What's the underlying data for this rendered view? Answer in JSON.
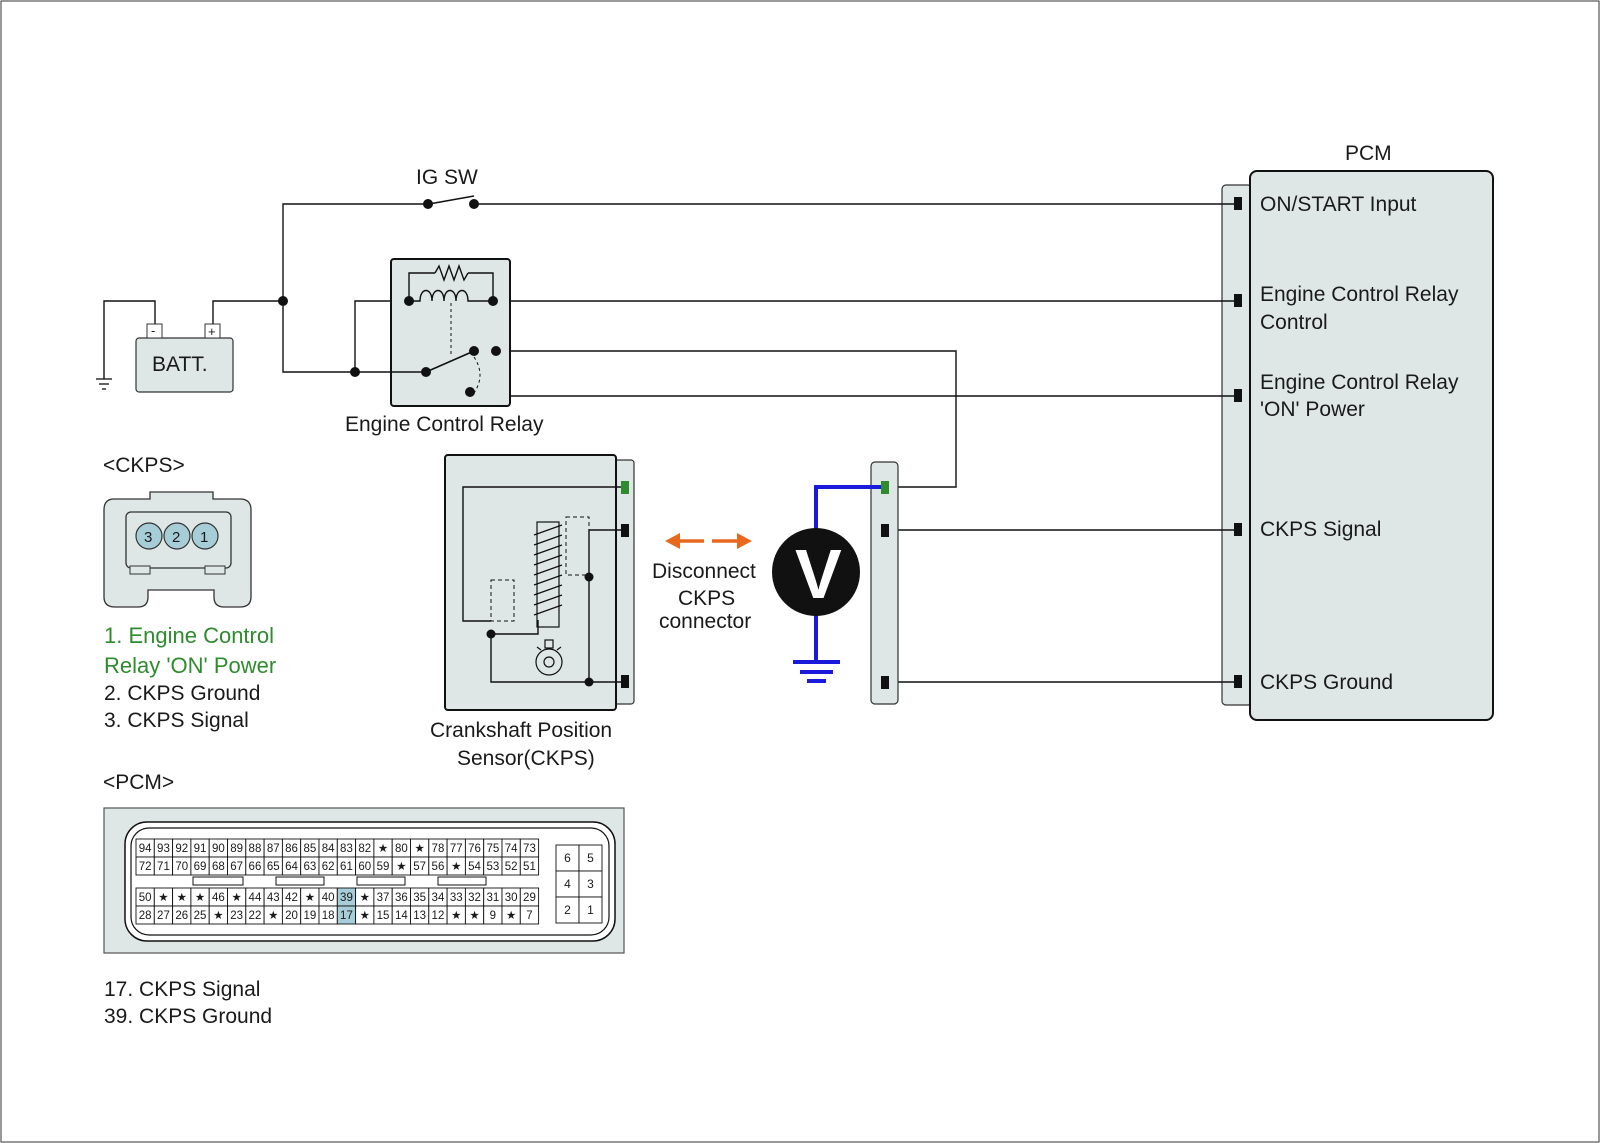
{
  "colors": {
    "panel": "#dfe6e6",
    "wire": "#111111",
    "meter_lead": "#1a1adb",
    "arrow": "#e8691e",
    "highlight_green": "#2e8b2e",
    "pin_highlight": "#a7cdd6"
  },
  "labels": {
    "ig_sw": "IG SW",
    "battery": "BATT.",
    "battery_minus": "-",
    "battery_plus": "+",
    "relay": "Engine Control Relay",
    "pcm_title": "PCM",
    "ckps_sensor_line1": "Crankshaft Position",
    "ckps_sensor_line2": "Sensor(CKPS)",
    "disconnect_line1": "Disconnect",
    "disconnect_line2": "CKPS",
    "disconnect_line3": "connector",
    "voltmeter": "V"
  },
  "pcm_pins": {
    "on_start": "ON/START Input",
    "ecr_control_line1": "Engine Control Relay",
    "ecr_control_line2": "Control",
    "ecr_on_line1": "Engine Control Relay",
    "ecr_on_line2": "'ON' Power",
    "ckps_signal": "CKPS Signal",
    "ckps_ground": "CKPS Ground"
  },
  "ckps_connector": {
    "title": "<CKPS>",
    "pins": [
      "3",
      "2",
      "1"
    ],
    "legend_1_line1": "1. Engine Control",
    "legend_1_line2": "Relay 'ON' Power",
    "legend_2": "2. CKPS Ground",
    "legend_3": "3. CKPS Signal"
  },
  "pcm_connector": {
    "title": "<PCM>",
    "row1": [
      "94",
      "93",
      "92",
      "91",
      "90",
      "89",
      "88",
      "87",
      "86",
      "85",
      "84",
      "83",
      "82",
      "★",
      "80",
      "★",
      "78",
      "77",
      "76",
      "75",
      "74",
      "73"
    ],
    "row2": [
      "72",
      "71",
      "70",
      "69",
      "68",
      "67",
      "66",
      "65",
      "64",
      "63",
      "62",
      "61",
      "60",
      "59",
      "★",
      "57",
      "56",
      "★",
      "54",
      "53",
      "52",
      "51"
    ],
    "row3": [
      "50",
      "★",
      "★",
      "★",
      "46",
      "★",
      "44",
      "43",
      "42",
      "★",
      "40",
      "39",
      "★",
      "37",
      "36",
      "35",
      "34",
      "33",
      "32",
      "31",
      "30",
      "29"
    ],
    "row4": [
      "28",
      "27",
      "26",
      "25",
      "★",
      "23",
      "22",
      "★",
      "20",
      "19",
      "18",
      "17",
      "★",
      "15",
      "14",
      "13",
      "12",
      "★",
      "★",
      "9",
      "★",
      "7"
    ],
    "highlighted": [
      "39",
      "17"
    ],
    "small_block": [
      "6",
      "5",
      "4",
      "3",
      "2",
      "1"
    ],
    "legend_17": "17. CKPS Signal",
    "legend_39": "39. CKPS Ground"
  }
}
